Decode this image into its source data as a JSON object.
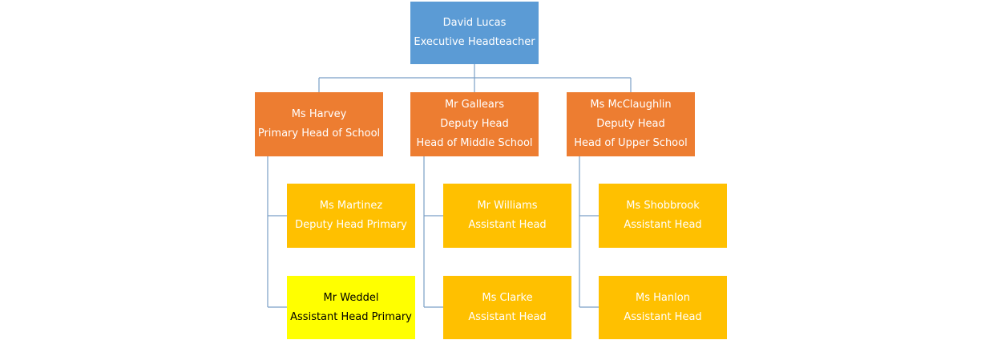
{
  "colors": {
    "top_level": "#5b9bd5",
    "head_of_school": "#ed7d31",
    "assistant": "#ffc000",
    "highlighted": "#ffff00",
    "connector": "#7a9fc6"
  },
  "chart": {
    "root": {
      "name": "David Lucas",
      "role": "Executive Headteacher"
    },
    "heads": [
      {
        "name": "Ms Harvey",
        "role": "Primary Head of School"
      },
      {
        "name": "Mr Gallears",
        "role": "Deputy Head",
        "role2": "Head of Middle School"
      },
      {
        "name": "Ms McClaughlin",
        "role": "Deputy Head",
        "role2": "Head of Upper School"
      }
    ],
    "reports": [
      [
        {
          "name": "Ms Martinez",
          "role": "Deputy Head Primary"
        },
        {
          "name": "Mr Weddel",
          "role": "Assistant Head Primary",
          "highlighted": true
        }
      ],
      [
        {
          "name": "Mr Williams",
          "role": "Assistant Head"
        },
        {
          "name": "Ms Clarke",
          "role": "Assistant Head"
        }
      ],
      [
        {
          "name": "Ms Shobbrook",
          "role": "Assistant Head"
        },
        {
          "name": "Ms Hanlon",
          "role": "Assistant Head"
        }
      ]
    ]
  }
}
